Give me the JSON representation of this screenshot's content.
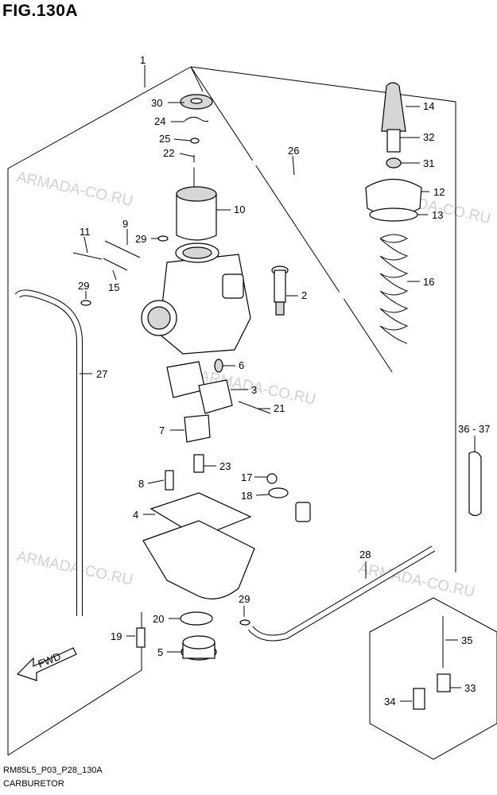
{
  "figure": {
    "title": "FIG.130A",
    "diagram_code": "RM85L5_P03_P28_130A",
    "diagram_name": "CARBURETOR"
  },
  "watermark": "ARMADA-CO.RU",
  "callouts": [
    {
      "id": "c1",
      "label": "1"
    },
    {
      "id": "c30",
      "label": "30"
    },
    {
      "id": "c24",
      "label": "24"
    },
    {
      "id": "c25",
      "label": "25"
    },
    {
      "id": "c22",
      "label": "22"
    },
    {
      "id": "c10",
      "label": "10"
    },
    {
      "id": "c26",
      "label": "26"
    },
    {
      "id": "c14",
      "label": "14"
    },
    {
      "id": "c32",
      "label": "32"
    },
    {
      "id": "c31",
      "label": "31"
    },
    {
      "id": "c12",
      "label": "12"
    },
    {
      "id": "c13",
      "label": "13"
    },
    {
      "id": "c16",
      "label": "16"
    },
    {
      "id": "c11",
      "label": "11"
    },
    {
      "id": "c9",
      "label": "9"
    },
    {
      "id": "c29a",
      "label": "29"
    },
    {
      "id": "c29b",
      "label": "29"
    },
    {
      "id": "c15",
      "label": "15"
    },
    {
      "id": "c2",
      "label": "2"
    },
    {
      "id": "c27",
      "label": "27"
    },
    {
      "id": "c6",
      "label": "6"
    },
    {
      "id": "c3",
      "label": "3"
    },
    {
      "id": "c21",
      "label": "21"
    },
    {
      "id": "c7",
      "label": "7"
    },
    {
      "id": "c23",
      "label": "23"
    },
    {
      "id": "c3637",
      "label": "36 - 37"
    },
    {
      "id": "c8",
      "label": "8"
    },
    {
      "id": "c17",
      "label": "17"
    },
    {
      "id": "c18",
      "label": "18"
    },
    {
      "id": "c4",
      "label": "4"
    },
    {
      "id": "c28",
      "label": "28"
    },
    {
      "id": "c29c",
      "label": "29"
    },
    {
      "id": "c20",
      "label": "20"
    },
    {
      "id": "c19",
      "label": "19"
    },
    {
      "id": "c5",
      "label": "5"
    },
    {
      "id": "c35",
      "label": "35"
    },
    {
      "id": "c33",
      "label": "33"
    },
    {
      "id": "c34",
      "label": "34"
    }
  ],
  "forward_arrow_label": "FWD"
}
